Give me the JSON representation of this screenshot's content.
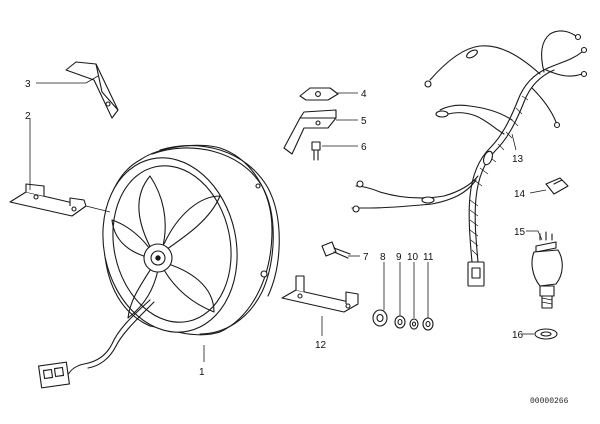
{
  "callouts": {
    "c1": "1",
    "c2": "2",
    "c3": "3",
    "c4": "4",
    "c5": "5",
    "c6": "6",
    "c7": "7",
    "c8": "8",
    "c9": "9",
    "c10": "10",
    "c11": "11",
    "c12": "12",
    "c13": "13",
    "c14": "14",
    "c15": "15",
    "c16": "16"
  },
  "document_id": "00000266"
}
